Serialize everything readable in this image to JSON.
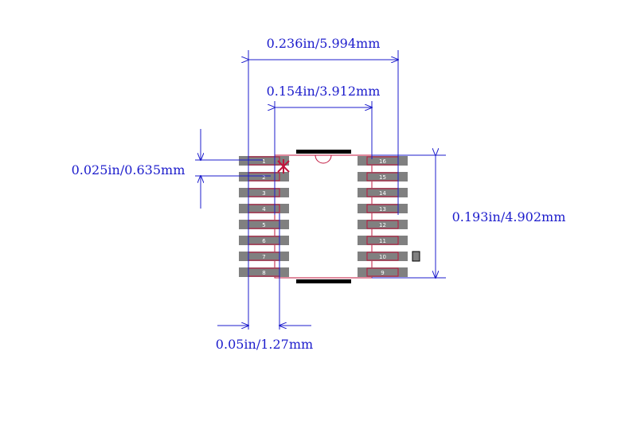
{
  "dimensions": {
    "overall_width": "0.236in/5.994mm",
    "body_width": "0.154in/3.912mm",
    "pad_width": "0.025in/0.635mm",
    "body_length": "0.193in/4.902mm",
    "pitch": "0.05in/1.27mm"
  },
  "pins_left": [
    "1",
    "2",
    "3",
    "4",
    "5",
    "6",
    "7",
    "8"
  ],
  "pins_right": [
    "16",
    "15",
    "14",
    "13",
    "12",
    "11",
    "10",
    "9"
  ],
  "colors": {
    "dimension": "#1c1ccc",
    "pad": "#808080",
    "outline": "#c0143c",
    "body_edge": "#000000"
  }
}
